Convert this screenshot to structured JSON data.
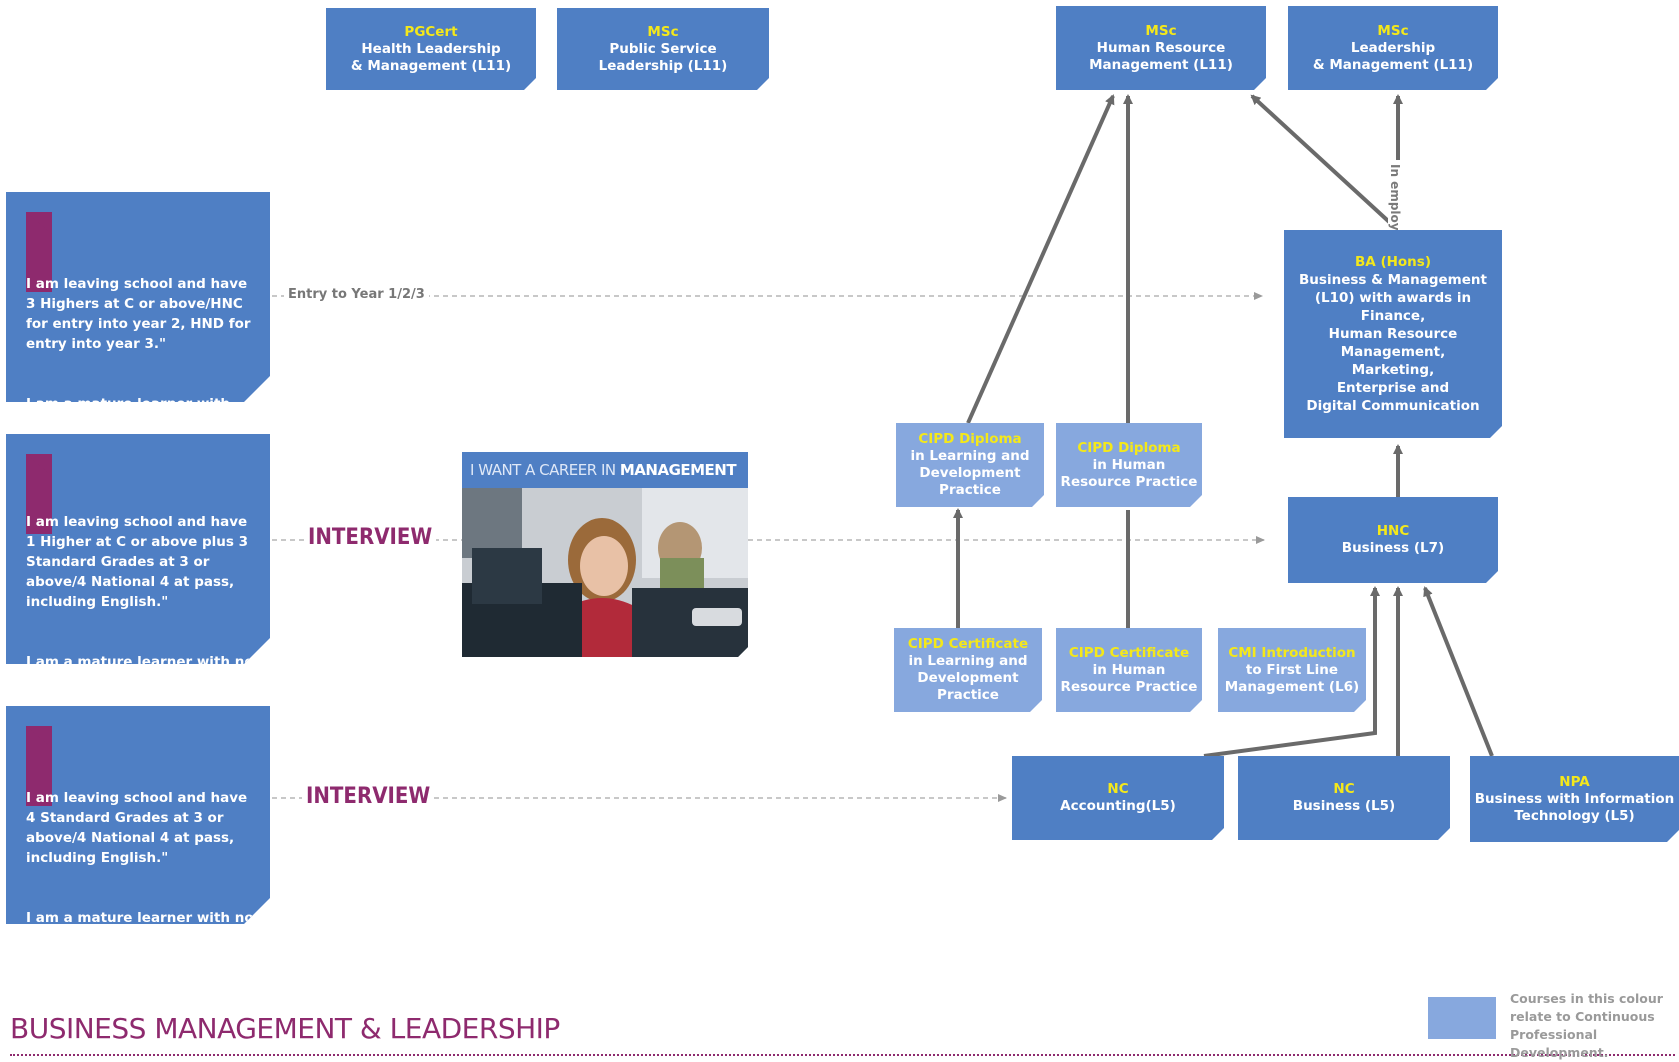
{
  "colors": {
    "box": "#4f7fc4",
    "cpd_box": "#87a8de",
    "highlight": "#f4e81a",
    "accent": "#8e2a6e",
    "arrow": "#6a6a6a"
  },
  "boxes": {
    "pgcert": {
      "title": "PGCert",
      "body": "Health Leadership\n& Management (L11)"
    },
    "msc_psl": {
      "title": "MSc",
      "body": "Public Service\nLeadership (L11)"
    },
    "msc_hrm": {
      "title": "MSc",
      "body": "Human Resource\nManagement (L11)"
    },
    "msc_lm": {
      "title": "MSc",
      "body": "Leadership\n& Management (L11)"
    },
    "ba": {
      "title": "BA (Hons)",
      "body": "Business & Management\n(L10) with awards in\nFinance,\nHuman Resource\nManagement,\nMarketing,\nEnterprise and\nDigital Communication"
    },
    "hnc": {
      "title": "HNC",
      "body": "Business (L7)"
    },
    "cipd_dip_ld": {
      "title": "CIPD Diploma",
      "body": "in Learning and\nDevelopment\nPractice"
    },
    "cipd_dip_hr": {
      "title": "CIPD Diploma",
      "body": "in Human\nResource Practice"
    },
    "cipd_cert_ld": {
      "title": "CIPD Certificate",
      "body": "in Learning and\nDevelopment\nPractice"
    },
    "cipd_cert_hr": {
      "title": "CIPD Certificate",
      "body": "in Human\nResource Practice"
    },
    "cmi": {
      "title": "CMI Introduction",
      "body": "to First Line\nManagement (L6)"
    },
    "nc_acc": {
      "title": "NC",
      "body": "Accounting(L5)"
    },
    "nc_bus": {
      "title": "NC",
      "body": "Business (L5)"
    },
    "npa": {
      "title": "NPA",
      "body": "Business with Information\nTechnology (L5)"
    }
  },
  "quotes": [
    {
      "p1": "I am leaving school and have 3 Highers at C or above/HNC for entry into year 2, HND for entry into year 3.\"",
      "p2": "I am a mature learner with similar qualifications.\""
    },
    {
      "p1": "I am leaving school and have 1 Higher at C or above plus 3 Standard Grades at 3 or above/4 National 4 at pass, including English.\"",
      "p2": "I am a mature learner with no formal qualifications.\""
    },
    {
      "p1": "I am leaving school and have 4 Standard Grades at 3 or above/4 National 4 at pass, including English.\"",
      "p2": "I am a mature learner with no formal qualifications.\""
    }
  ],
  "labels": {
    "entry": "Entry to Year 1/2/3",
    "interview1": "INTERVIEW",
    "interview2": "INTERVIEW",
    "in_employment": "In employment"
  },
  "photo": {
    "title_light": "I WANT A CAREER IN ",
    "title_bold": "MANAGEMENT"
  },
  "footer": {
    "title": "BUSINESS MANAGEMENT & LEADERSHIP",
    "legend": "Courses in this colour\nrelate to Continuous\nProfessional\nDevelopment."
  }
}
